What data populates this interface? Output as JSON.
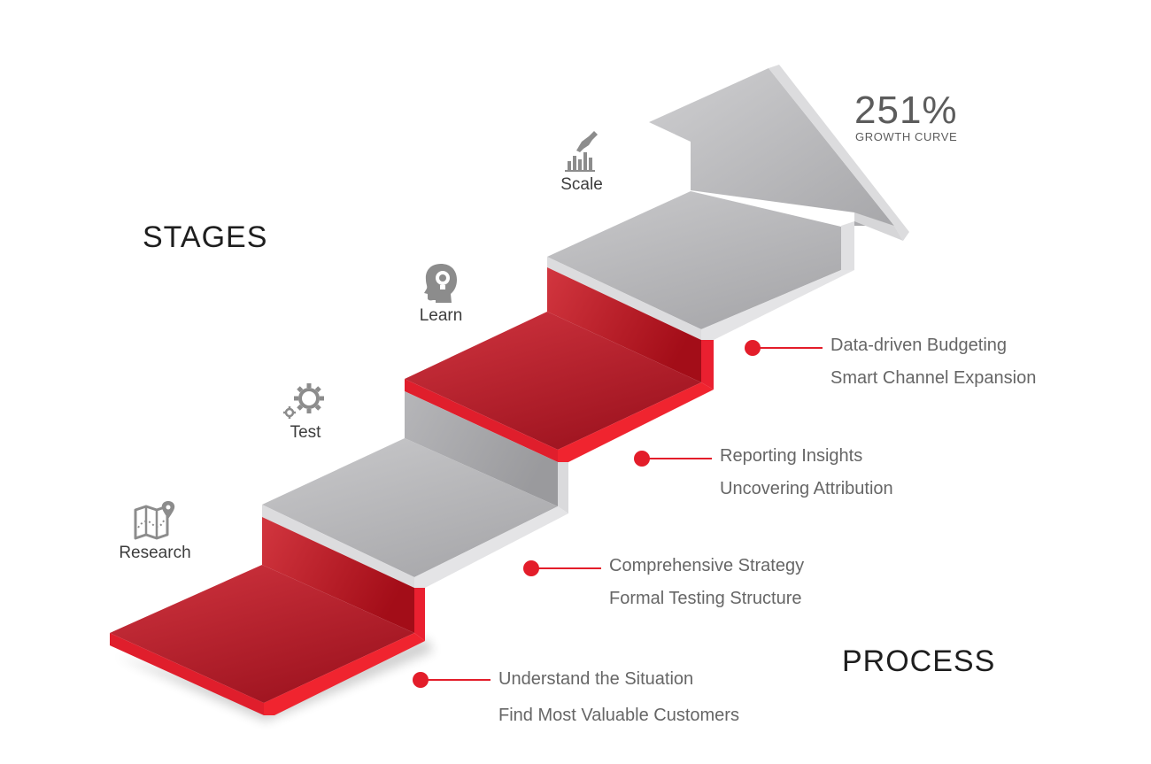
{
  "stages_title": "STAGES",
  "process_title": "PROCESS",
  "growth": {
    "value": "251%",
    "label": "GROWTH CURVE"
  },
  "stages": [
    {
      "label": "Research",
      "icon": "map-pin-icon"
    },
    {
      "label": "Test",
      "icon": "gears-icon"
    },
    {
      "label": "Learn",
      "icon": "head-lightbulb-icon"
    },
    {
      "label": "Scale",
      "icon": "hand-bar-chart-icon"
    }
  ],
  "process": [
    {
      "line1": "Understand the Situation",
      "line2": "Find Most Valuable Customers"
    },
    {
      "line1": "Comprehensive Strategy",
      "line2": "Formal Testing Structure"
    },
    {
      "line1": "Reporting Insights",
      "line2": "Uncovering Attribution"
    },
    {
      "line1": "Data-driven Budgeting",
      "line2": "Smart Channel Expansion"
    }
  ],
  "colors": {
    "accent_red": "#e31d2a",
    "step_gray": "#bdbdbf",
    "text_gray": "#666666"
  }
}
